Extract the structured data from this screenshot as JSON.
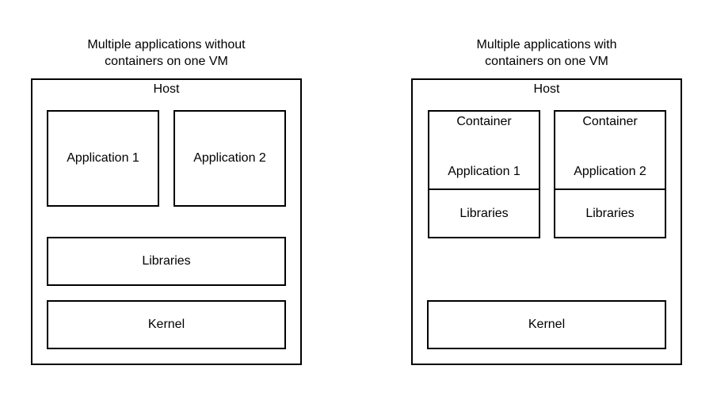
{
  "left_panel": {
    "title_line1": "Multiple applications without",
    "title_line2": "containers on one VM",
    "host_label": "Host",
    "app1": "Application 1",
    "app2": "Application 2",
    "libraries": "Libraries",
    "kernel": "Kernel"
  },
  "right_panel": {
    "title_line1": "Multiple applications with",
    "title_line2": "containers on one VM",
    "host_label": "Host",
    "containers": [
      {
        "title": "Container",
        "app": "Application 1",
        "libraries": "Libraries"
      },
      {
        "title": "Container",
        "app": "Application 2",
        "libraries": "Libraries"
      }
    ],
    "kernel": "Kernel"
  }
}
